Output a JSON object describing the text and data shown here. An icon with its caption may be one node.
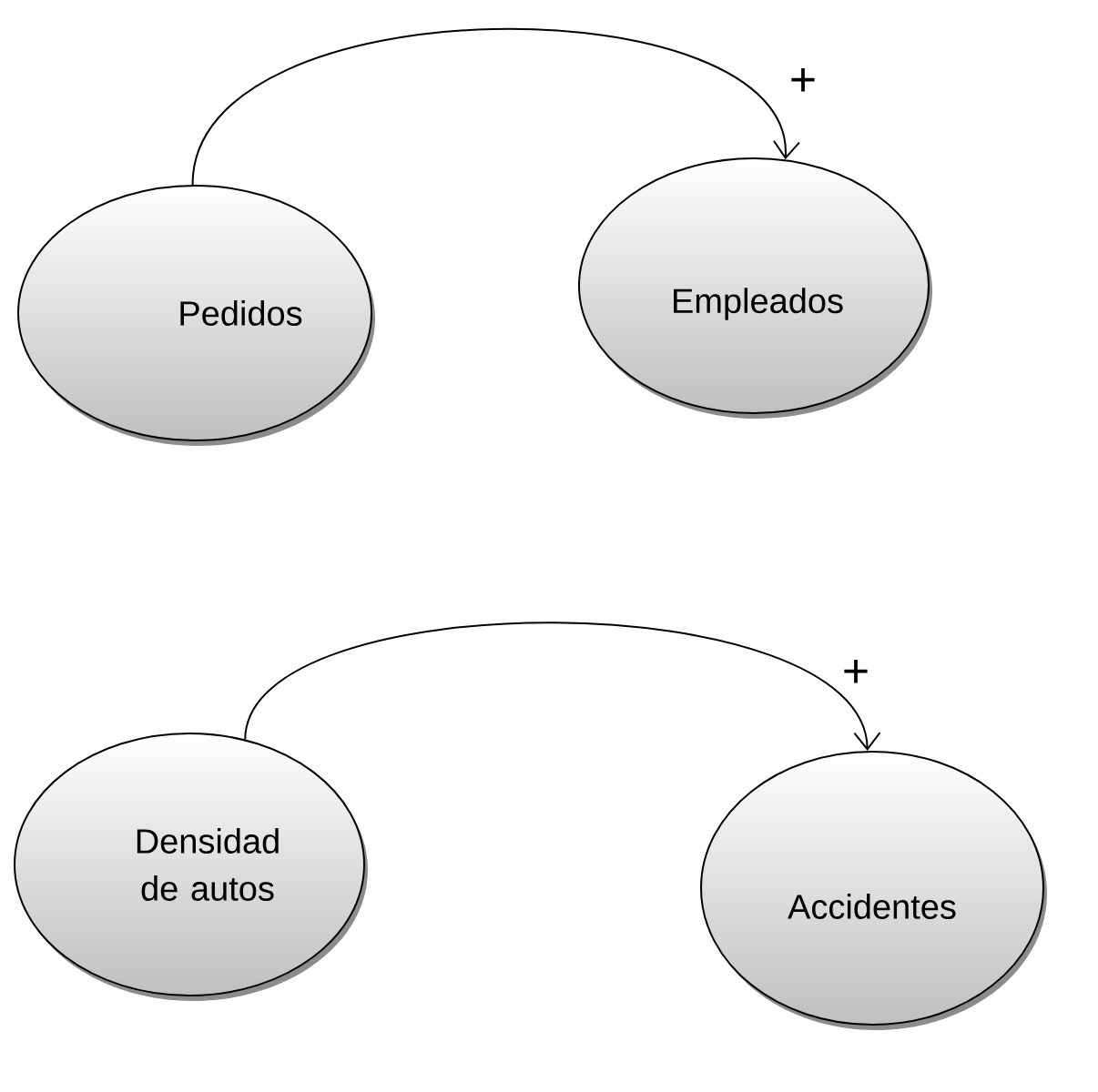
{
  "diagram": {
    "nodes": [
      {
        "text": [
          "Pedidos"
        ]
      },
      {
        "text": [
          "Empleados"
        ]
      },
      {
        "text": [
          "Densidad de autos"
        ]
      },
      {
        "text": [
          "Accidentes"
        ]
      }
    ],
    "edges": [
      {
        "from": 0,
        "to": 1,
        "arrow": "to",
        "label": "+"
      },
      {
        "from": 2,
        "to": 3,
        "arrow": "to",
        "label": "+"
      }
    ]
  }
}
